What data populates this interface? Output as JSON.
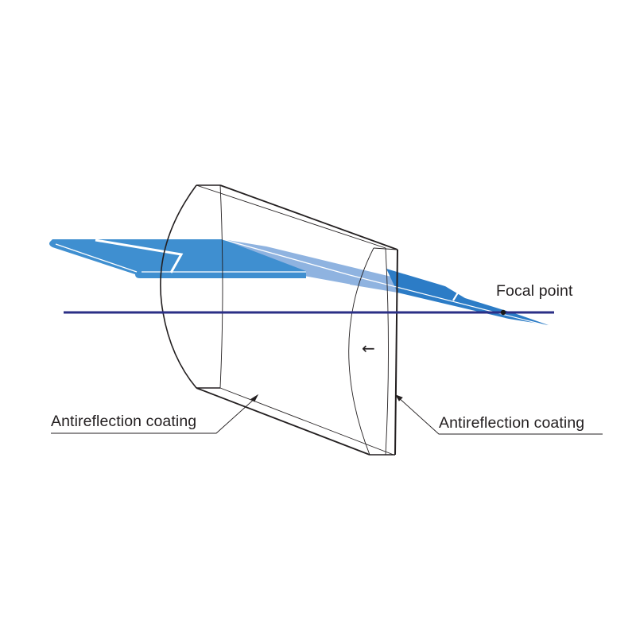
{
  "diagram": {
    "title": "",
    "labels": {
      "focal_point": "Focal point",
      "antireflection_left": "Antireflection coating",
      "antireflection_right": "Antireflection coating"
    },
    "direction_arrow": "←",
    "colors": {
      "beam_dark": "#3f8fd0",
      "beam_light": "#8fb3e0",
      "beam_tip": "#2c7cc6",
      "optical_axis": "#2b2f86",
      "outline": "#231f20",
      "background": "#ffffff"
    },
    "elements": [
      "cylindrical lens (plano-convex, 3D view)",
      "incident collimated beam",
      "converging beam through lens",
      "optical axis",
      "focal point marker",
      "antireflection coating leaders (entrance and exit faces)"
    ]
  }
}
